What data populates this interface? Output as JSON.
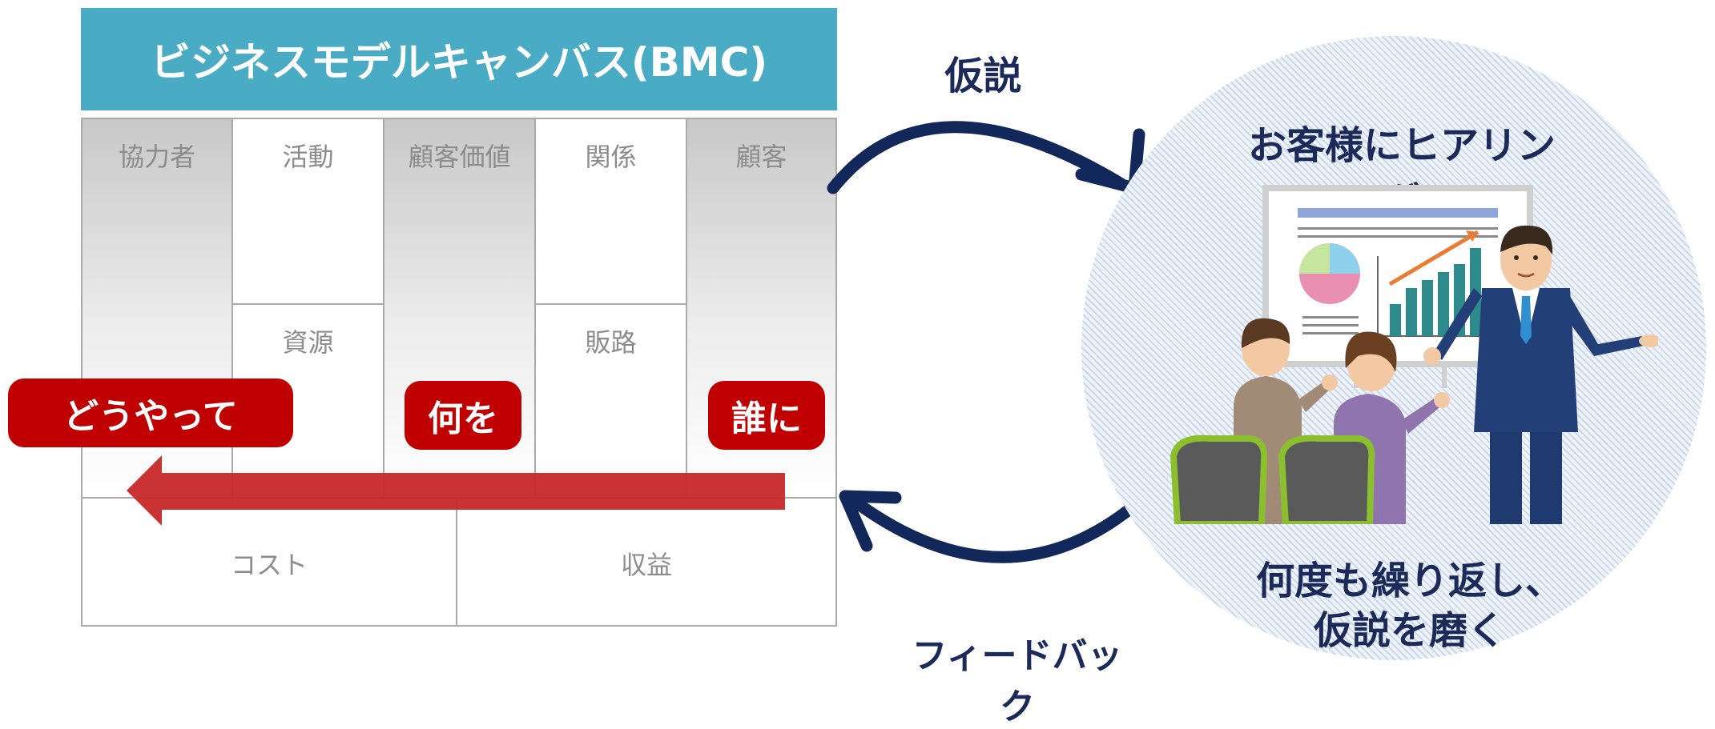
{
  "bmc": {
    "title": "ビジネスモデルキャンバス(BMC)",
    "cells": {
      "partners": "協力者",
      "activities": "活動",
      "resources": "資源",
      "value": "顧客価値",
      "relationships": "関係",
      "channels": "販路",
      "customers": "顧客",
      "cost": "コスト",
      "revenue": "収益"
    }
  },
  "labels": {
    "how": "どうやって",
    "what": "何を",
    "who": "誰に"
  },
  "cycle": {
    "hypothesis": "仮説",
    "feedback": "フィードバック"
  },
  "circle": {
    "title": "お客様にヒアリング",
    "caption_line1": "何度も繰り返し、",
    "caption_line2": "仮説を磨く"
  },
  "colors": {
    "header": "#4aabc4",
    "red": "#c00000",
    "navy": "#1c2a5a",
    "circle": "#dde6f2"
  }
}
